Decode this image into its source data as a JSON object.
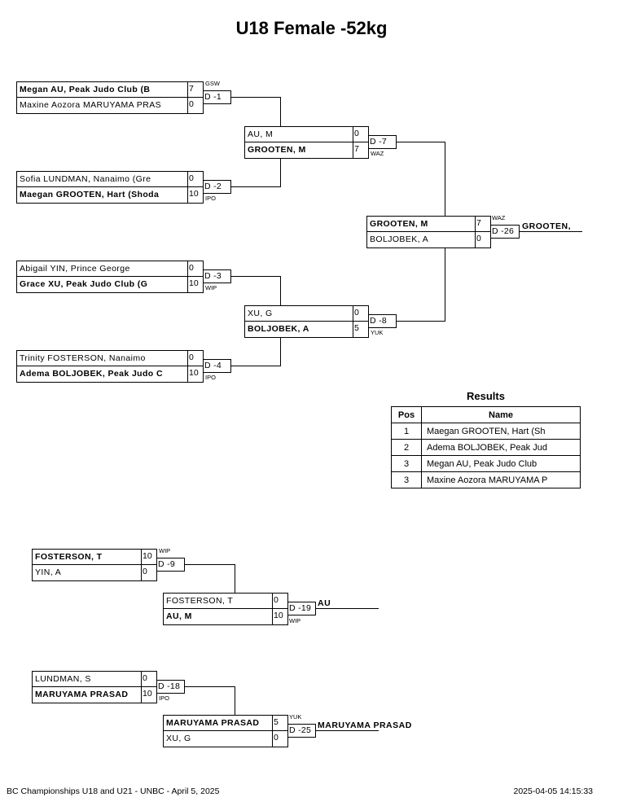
{
  "title": "U18 Female -52kg",
  "main_bracket": {
    "r1": [
      {
        "top": "Megan AU, Peak Judo Club (B",
        "top_score": "7",
        "bot": "Maxine Aozora MARUYAMA PRAS",
        "bot_score": "0",
        "bout": "D -1",
        "win": "GSW"
      },
      {
        "top": "Sofia LUNDMAN, Nanaimo (Gre",
        "top_score": "0",
        "bot": "Maegan GROOTEN, Hart (Shoda",
        "bot_score": "10",
        "bout": "D -2",
        "win": "IPO"
      },
      {
        "top": "Abigail YIN, Prince George",
        "top_score": "0",
        "bot": "Grace XU, Peak Judo Club (G",
        "bot_score": "10",
        "bout": "D -3",
        "win": "WIP"
      },
      {
        "top": "Trinity FOSTERSON, Nanaimo",
        "top_score": "0",
        "bot": "Adema BOLJOBEK, Peak Judo C",
        "bot_score": "10",
        "bout": "D -4",
        "win": "IPO"
      }
    ],
    "r2": [
      {
        "top": "AU, M",
        "top_score": "0",
        "bot": "GROOTEN, M",
        "bot_score": "7",
        "bout": "D -7",
        "win": "WAZ"
      },
      {
        "top": "XU, G",
        "top_score": "0",
        "bot": "BOLJOBEK, A",
        "bot_score": "5",
        "bout": "D -8",
        "win": "YUK"
      }
    ],
    "final": {
      "top": "GROOTEN, M",
      "top_score": "7",
      "bot": "BOLJOBEK, A",
      "bot_score": "0",
      "bout": "D -26",
      "win": "WAZ",
      "winner": "GROOTEN,"
    }
  },
  "results": {
    "title": "Results",
    "headers": [
      "Pos",
      "Name"
    ],
    "rows": [
      {
        "pos": "1",
        "name": "Maegan GROOTEN, Hart (Sh"
      },
      {
        "pos": "2",
        "name": "Adema BOLJOBEK, Peak Jud"
      },
      {
        "pos": "3",
        "name": "Megan AU, Peak Judo Club"
      },
      {
        "pos": "3",
        "name": "Maxine Aozora MARUYAMA P"
      }
    ]
  },
  "repechage": {
    "a_r1": {
      "top": "FOSTERSON, T",
      "top_score": "10",
      "bot": "YIN, A",
      "bot_score": "0",
      "bout": "D -9",
      "win": "WIP"
    },
    "a_r2": {
      "top": "FOSTERSON, T",
      "top_score": "0",
      "bot": "AU, M",
      "bot_score": "10",
      "bout": "D -19",
      "win": "WIP",
      "winner": "AU"
    },
    "b_r1": {
      "top": "LUNDMAN, S",
      "top_score": "0",
      "bot": "MARUYAMA PRASAD",
      "bot_score": "10",
      "bout": "D -18",
      "win": "IPO"
    },
    "b_r2": {
      "top": "MARUYAMA PRASAD",
      "top_score": "5",
      "bot": "XU, G",
      "bot_score": "0",
      "bout": "D -25",
      "win": "YUK",
      "winner": "MARUYAMA PRASAD"
    }
  },
  "footer": {
    "left": "BC Championships U18 and U21 - UNBC - April 5, 2025",
    "right": "2025-04-05 14:15:33"
  }
}
